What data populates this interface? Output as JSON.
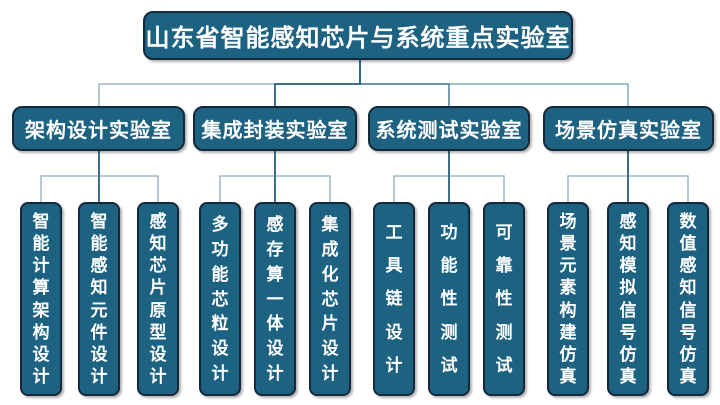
{
  "root": {
    "label": "山东省智能感知芯片与系统重点实验室"
  },
  "groups": [
    {
      "label": "架构设计实验室",
      "children": [
        "智能计算架构设计",
        "智能感知元件设计",
        "感知芯片原型设计"
      ]
    },
    {
      "label": "集成封装实验室",
      "children": [
        "多功能芯粒设计",
        "感存算一体设计",
        "集成化芯片设计"
      ]
    },
    {
      "label": "系统测试实验室",
      "children": [
        "工具链设计",
        "功能性测试",
        "可靠性测试"
      ]
    },
    {
      "label": "场景仿真实验室",
      "children": [
        "场景元素构建仿真",
        "感知模拟信号仿真",
        "数值感知信号仿真"
      ]
    }
  ],
  "colors": {
    "background": "#ffffff",
    "box_fill": "#1e6282",
    "box_border": "#14293c",
    "box_text": "#ffffff",
    "connector_light": "#9fb9c6",
    "connector_medium": "#4a7f9e",
    "connector_dark": "#2b6282"
  }
}
